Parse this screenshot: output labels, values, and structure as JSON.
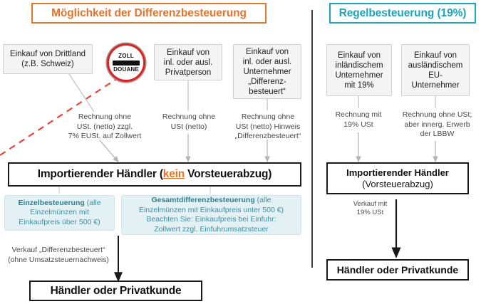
{
  "headers": {
    "left": {
      "label": "Möglichkeit der Differenzbesteuerung",
      "color": "#e8722a"
    },
    "right": {
      "label": "Regelbesteuerung (19%)",
      "color": "#1ba5bd"
    }
  },
  "left_column": {
    "sources": [
      {
        "name": "drittland",
        "line1": "Einkauf von Drittland",
        "line2": "(z.B. Schweiz)"
      },
      {
        "name": "privatperson",
        "line1": "Einkauf von",
        "line2": "inl. oder ausl.",
        "line3": "Privatperson"
      },
      {
        "name": "unternehmer-diff",
        "line1": "Einkauf von",
        "line2": "inl. oder ausl.",
        "line3": "Unternehmer",
        "line4": "„Differenz-",
        "line5": "besteuert“"
      }
    ],
    "customs_sign": {
      "top_text": "ZOLL",
      "bottom_text": "DOUANE",
      "ring_color": "#e02020"
    },
    "edge_labels": [
      {
        "name": "edge-drittland",
        "line1": "Rechnung ohne",
        "line2": "USt. (netto) zzgl.",
        "line3": "7% EUSt. auf Zollwert"
      },
      {
        "name": "edge-privatperson",
        "line1": "Rechnung ohne",
        "line2": "USt (netto)"
      },
      {
        "name": "edge-unternehmer",
        "line1": "Rechnung ohne",
        "line2": "USt (netto) Hinweis",
        "line3": "„Differenzbesteuert“"
      }
    ],
    "importer": {
      "prefix": "Importierender Händler (",
      "highlight": "kein",
      "suffix": " Vorsteuerabzug)"
    },
    "info_boxes": [
      {
        "name": "einzelbesteuerung",
        "title": "Einzelbesteuerung",
        "line1": " (alle Einzelmünzen mit",
        "line2": "Einkaufpreis über 500 €)"
      },
      {
        "name": "gesamtdifferenzbesteuerung",
        "title": "Gesamtdifferenzbesteuerung",
        "line1": " (alle",
        "line2": "Einzelmünzen mit Einkaufpreis unter 500 €)",
        "line3": "Beachten Sie: Einkaufpreis bei Einfuhr:",
        "line4": "Zollwert zzgl. Einfuhrumsatzsteuer"
      }
    ],
    "sale_label": {
      "line1": "Verkauf „Differenzbesteuert“",
      "line2": "(ohne Umsatzsteuernachweis)"
    },
    "customer_box": {
      "label": "Händler oder Privatkunde"
    }
  },
  "right_column": {
    "sources": [
      {
        "name": "inlaendisch",
        "line1": "Einkauf von",
        "line2": "inländischem",
        "line3": "Unternehmer",
        "line4": "mit 19%"
      },
      {
        "name": "auslaendisch-eu",
        "line1": "Einkauf von",
        "line2": "ausländischem",
        "line3": "EU-",
        "line4": "Unternehmer"
      }
    ],
    "edge_labels": [
      {
        "name": "edge-inlaendisch",
        "line1": "Rechnung mit",
        "line2": "19% USt"
      },
      {
        "name": "edge-auslaendisch",
        "line1": "Rechnung ohne USt;",
        "line2": "aber innerg. Erwerb",
        "line3": "der LBBW"
      }
    ],
    "importer": {
      "line1": "Importierender Händler",
      "line2": "(Vorsteuerabzug)"
    },
    "sale_label": {
      "line1": "Verkauf mit",
      "line2": "19% USt"
    },
    "customer_box": {
      "label": "Händler oder Privatkunde"
    }
  },
  "colors": {
    "accent_orange": "#e8722a",
    "accent_teal": "#1ba5bd",
    "border_red_dashed": "#e8453c",
    "connector_grey": "#bdbdbd",
    "arrow_black": "#1a1a1a",
    "box_grey_fill": "#f4f4f4",
    "info_blue_fill": "#e3f1f4"
  }
}
